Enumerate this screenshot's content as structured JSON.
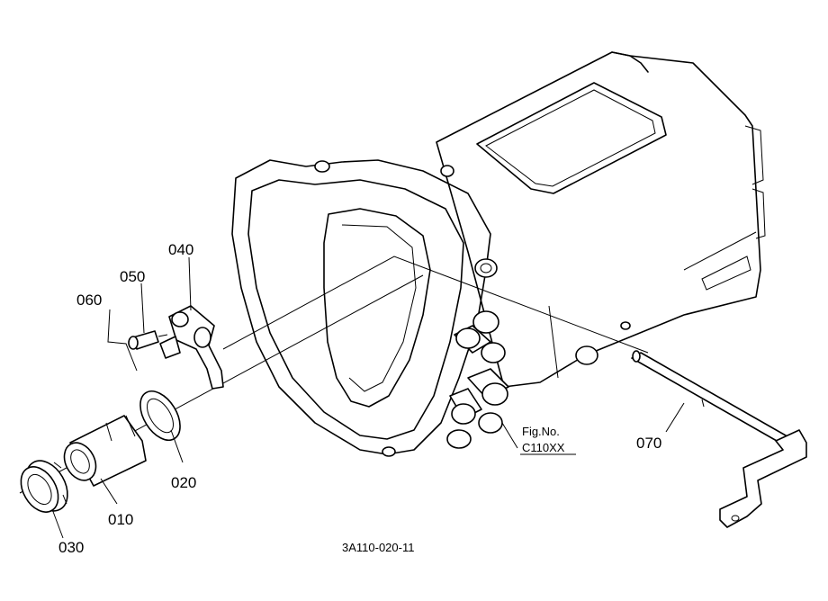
{
  "labels": {
    "p010": "010",
    "p020": "020",
    "p030": "030",
    "p040": "040",
    "p050": "050",
    "p060": "060",
    "p070": "070"
  },
  "fig_ref": {
    "line1": "Fig.No.",
    "line2": "C110XX"
  },
  "drawing_code": "3A110-020-11"
}
